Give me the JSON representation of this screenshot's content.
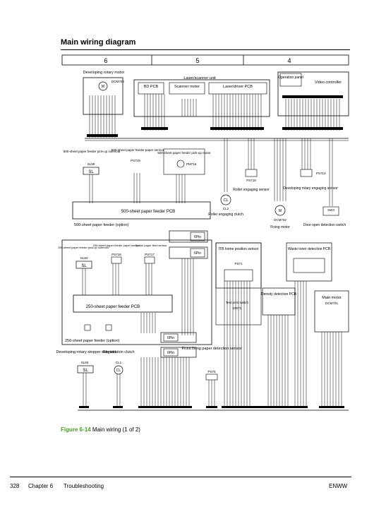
{
  "page": {
    "title": "Main wiring diagram",
    "caption_number": "Figure 6-14",
    "caption_text": "Main wiring (1 of 2)",
    "footer_page": "328",
    "footer_chapter": "Chapter 6",
    "footer_section": "Troubleshooting",
    "footer_right": "ENWW"
  },
  "zones": [
    "6",
    "5",
    "4"
  ],
  "labels": {
    "dev_rotary_motor": "Developing rotary motor",
    "dcm703": "DCM703",
    "laser_scanner_unit": "Laser/scanner unit",
    "bd_pcb": "BD PCB",
    "scanner_motor": "Scanner motor",
    "laser_driver_pcb": "Laser/driver PCB",
    "operation_panel": "Operation panel",
    "video_controller": "Video controller",
    "feeder_pickup_solenoid": "500-sheet paper feeder pick-up solenoid",
    "feeder_paper_sensor": "500-sheet paper feeder paper sensor",
    "feeder_pickup_motor": "500-sheet paper feeder pick-up motor",
    "sl90": "SL90",
    "sl": "SL",
    "ps719": "PS719",
    "pm716": "PM716",
    "feeder_pcb_500": "500-sheet paper feeder PCB",
    "feeder_option_500": "500-sheet paper feeder (option)",
    "roller_engaging_clutch": "Roller engaging clutch",
    "cl": "CL",
    "cl2": "CL2",
    "ps718": "PS718",
    "roller_engaging_sensor": "Roller engaging sensor",
    "fixing_motor": "Fixing motor",
    "dcm702": "DCM702",
    "ps713": "PS713",
    "dev_rotary_engaging_sensor": "Developing rotary engaging sensor",
    "sw3": "SW3",
    "door_open_sensor": "Door open detection switch",
    "feeder_pickup_solenoid_250": "250-sheet paper feeder pick-up solenoid",
    "feeder_paper_sensor_250": "250-sheet paper feeder paper sensor",
    "option_paper_feed_sensor": "Option paper feed sensor",
    "sl94": "SL94",
    "ps716": "PS716",
    "ps717": "PS717",
    "feeder_pcb_250": "250-sheet paper feeder PCB",
    "feeder_option_250": "250-sheet paper feeder (option)",
    "pin6": "6Pin",
    "itb_home_sensor": "ITB home position sensor",
    "ps71": "PS71",
    "waste_toner_pcb": "Waste toner detection PCB",
    "density_pcb": "Density detection PCB",
    "main_motor": "Main motor",
    "dcm701": "DCM701",
    "test_print_switch": "Test print switch",
    "sw71": "SW71",
    "dev_rotary_stopper": "Developing rotary stopper solenoid",
    "sl93": "SL93",
    "registration_clutch": "Registration clutch",
    "cl1": "CL1",
    "front_fixing_sensor": "Front fixing paper detection sensor",
    "ps75": "PS75"
  }
}
